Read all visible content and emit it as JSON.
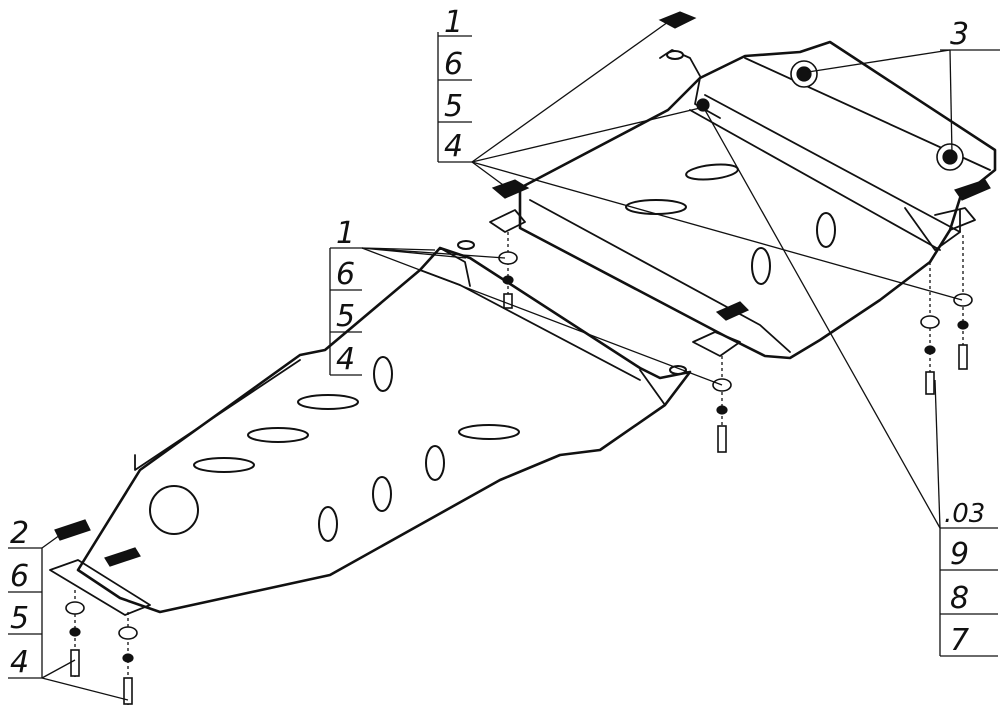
{
  "callouts": {
    "top_stack": [
      "1",
      "6",
      "5",
      "4"
    ],
    "right_top": "3",
    "middle_stack": [
      "1",
      "6",
      "5",
      "4"
    ],
    "left_stack": [
      "2",
      "6",
      "5",
      "4"
    ],
    "right_stack": [
      ".03",
      "9",
      "8",
      "7"
    ]
  },
  "icons": {
    "bolt": "bolt-icon",
    "washer": "washer-icon",
    "nut": "nut-icon",
    "clip": "clip-nut-icon"
  }
}
